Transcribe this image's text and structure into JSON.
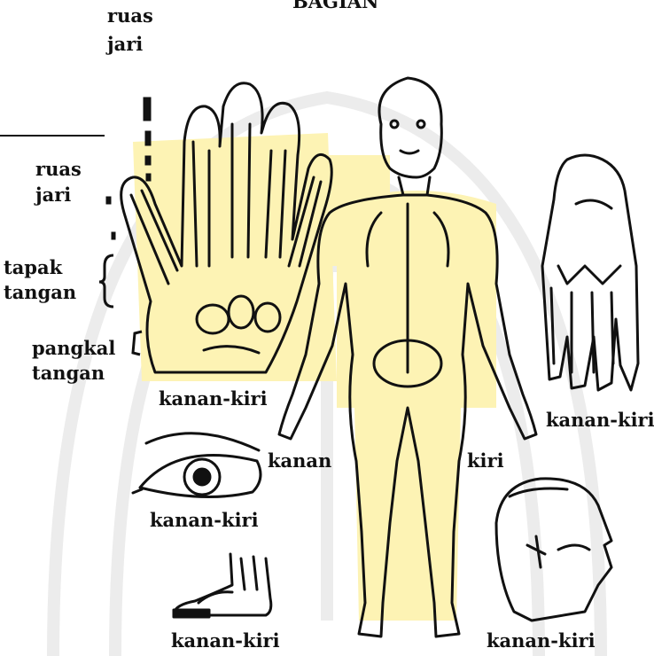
{
  "header_fragment": "BAGIAN",
  "labels": {
    "ruas_jari_top_1": "ruas",
    "ruas_jari_top_2": "jari",
    "ruas_jari_mid_1": "ruas",
    "ruas_jari_mid_2": "jari",
    "tapak_tangan_1": "tapak",
    "tapak_tangan_2": "tangan",
    "pangkal_tangan_1": "pangkal",
    "pangkal_tangan_2": "tangan",
    "hand": "kanan-kiri",
    "foot_top": "kanan-kiri",
    "eye": "kanan-kiri",
    "foot_side": "kanan-kiri",
    "head": "kanan-kiri",
    "body_right": "kanan",
    "body_left": "kiri"
  },
  "colors": {
    "background": "#ffffff",
    "highlight": "#fdf3b4",
    "ink": "#111111",
    "watermark": "#ececec"
  }
}
